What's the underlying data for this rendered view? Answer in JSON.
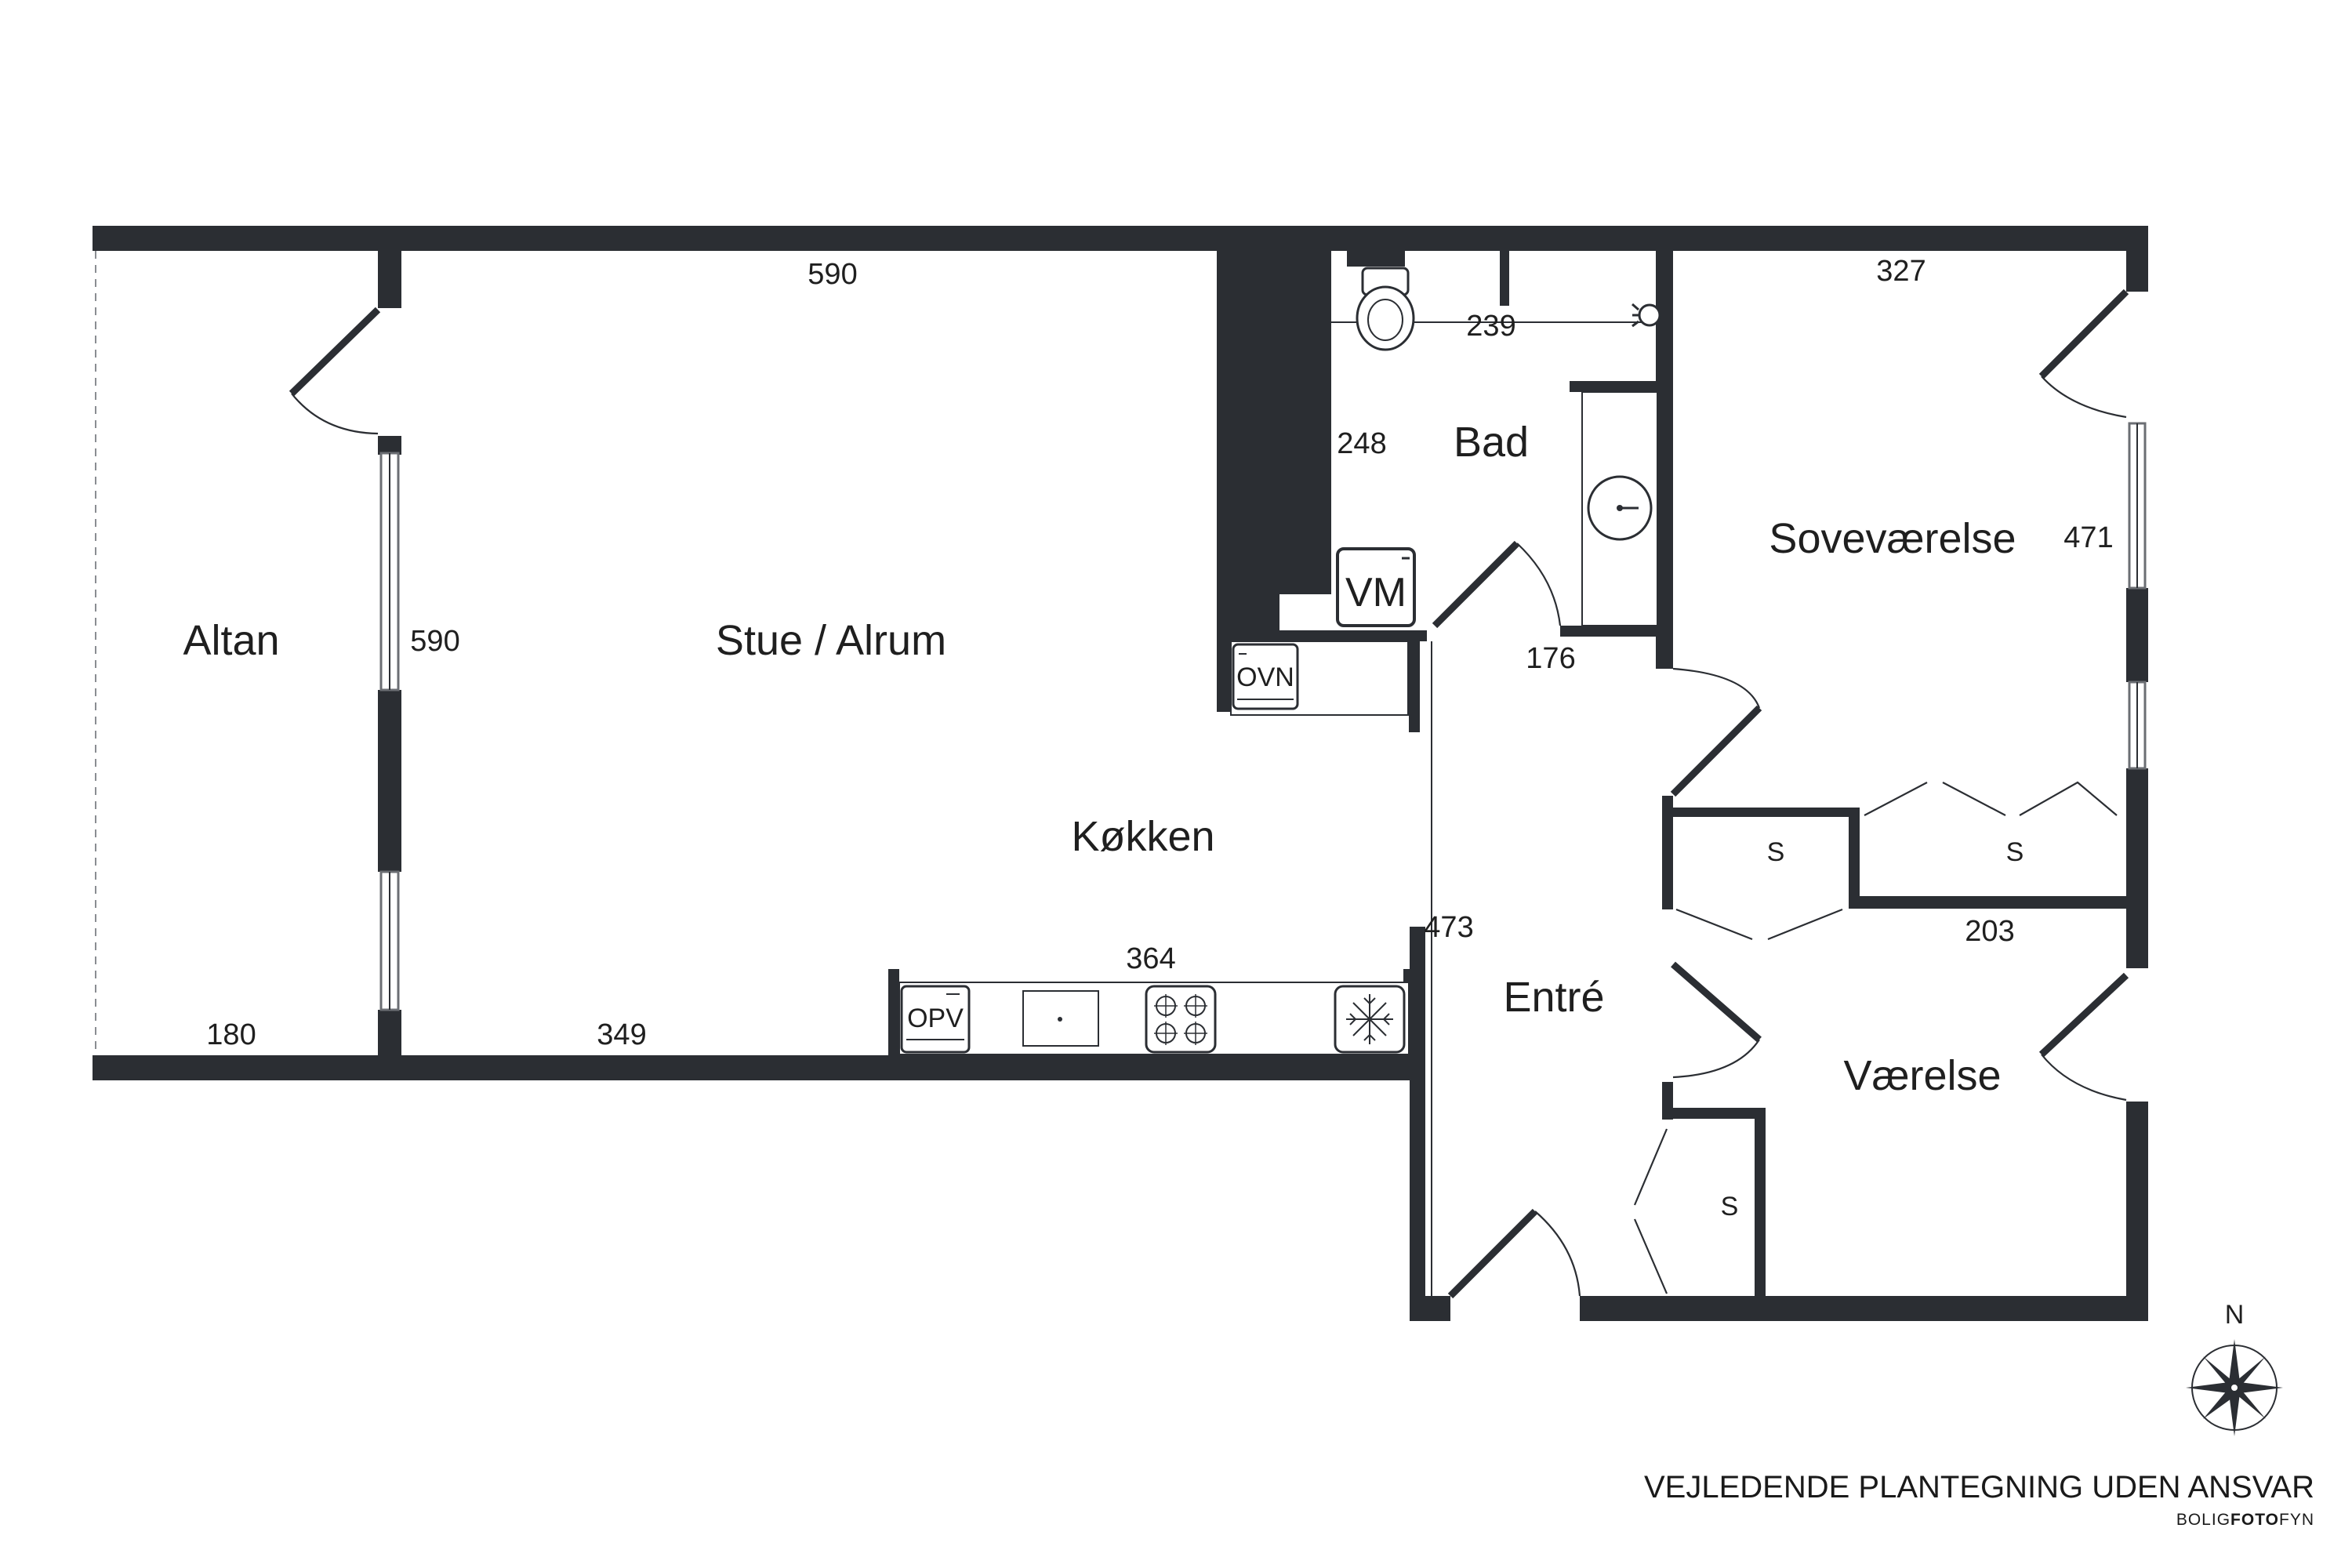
{
  "plan": {
    "rooms": {
      "altan": "Altan",
      "stue": "Stue / Alrum",
      "kokken": "Køkken",
      "bad": "Bad",
      "sovevaerelse": "Soveværelse",
      "entre": "Entré",
      "vaerelse": "Værelse"
    },
    "storage_label": "S",
    "dimensions": {
      "stue_width": "590",
      "stue_depth": "590",
      "altan_width": "180",
      "stue_bottom": "349",
      "kitchen_length": "364",
      "bad_width": "239",
      "bad_depth": "248",
      "bad_door": "176",
      "sove_width": "327",
      "sove_depth": "471",
      "entre_depth": "473",
      "vaerelse_width": "203"
    },
    "appliances": {
      "oven": "OVN",
      "washing_machine": "VM",
      "dishwasher": "OPV"
    },
    "compass_label": "N",
    "disclaimer": "VEJLEDENDE PLANTEGNING UDEN ANSVAR",
    "brand": {
      "part1": "BOLIG",
      "part2": "FOTO",
      "part3": "FYN"
    }
  },
  "colors": {
    "wall": "#2b2e33",
    "background": "#ffffff",
    "window_frame": "#6b6e73"
  }
}
